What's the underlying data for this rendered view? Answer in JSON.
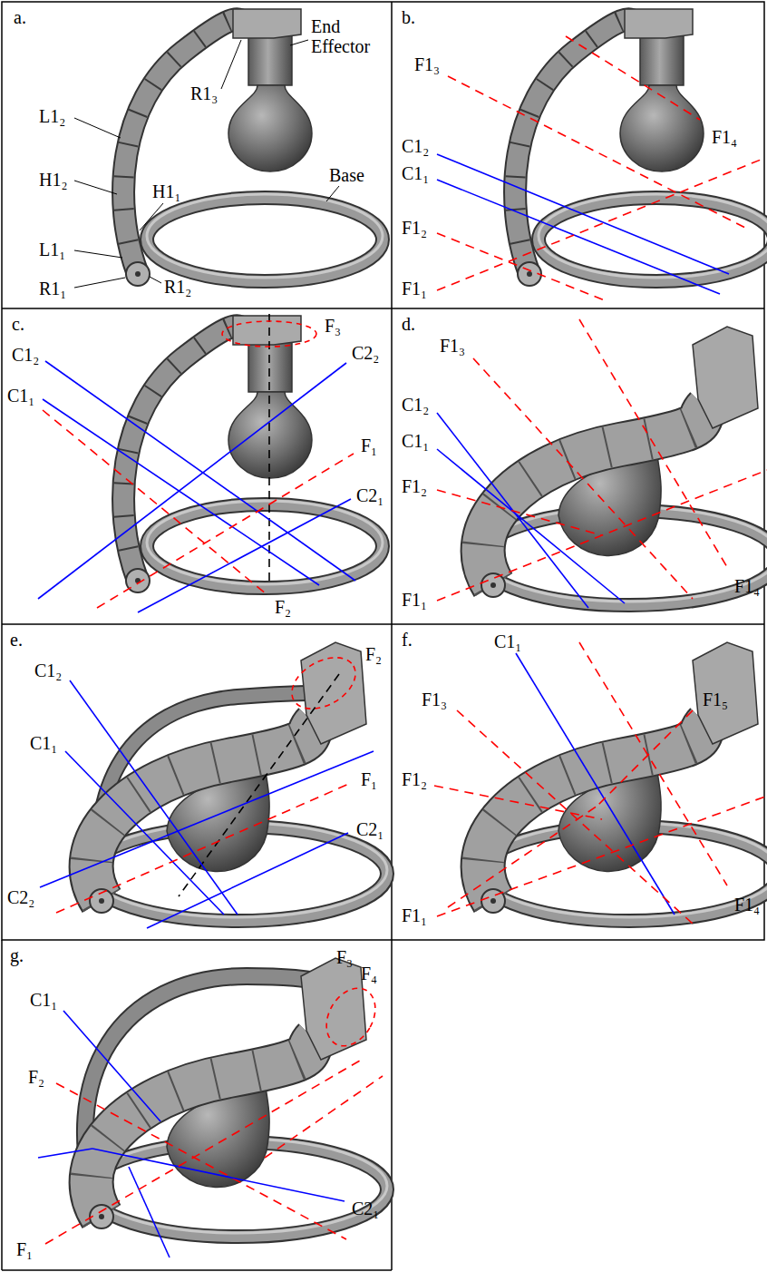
{
  "diagram": {
    "labels": [
      "a.",
      "End Effector",
      "R1₃",
      "L1₂",
      "H1₂",
      "Base",
      "H1₁",
      "L1₁",
      "R1₂",
      "R1₁",
      "b.",
      "F1₃",
      "F1₄",
      "C1₂",
      "C1₁",
      "F1₂",
      "F1₁",
      "c.",
      "F₃",
      "C1₂",
      "C2₂",
      "C1₁",
      "F₁",
      "C2₁",
      "F₂",
      "d.",
      "F1₃",
      "C1₂",
      "C1₁",
      "F1₂",
      "F1₄",
      "F1₁",
      "e.",
      "F₂",
      "C1₂",
      "C1₁",
      "F₁",
      "C2₁",
      "C2₂",
      "f.",
      "C1₁",
      "F1₅",
      "F1₃",
      "F1₂",
      "F1₄",
      "F1₁",
      "g.",
      "F₃",
      "F₄",
      "C1₁",
      "F₂",
      "C2₁",
      "F₁"
    ]
  }
}
